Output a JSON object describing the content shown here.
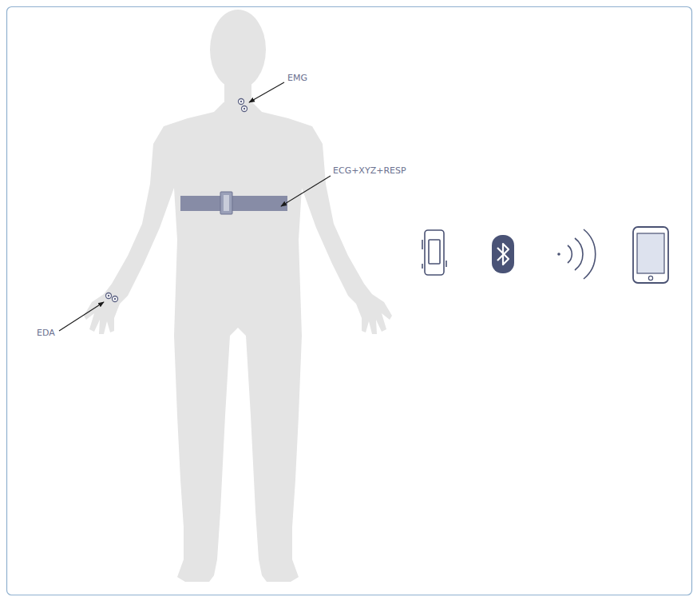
{
  "diagram": {
    "labels": [
      "EMG",
      "ECG+XYZ+RESP",
      "EDA"
    ]
  }
}
